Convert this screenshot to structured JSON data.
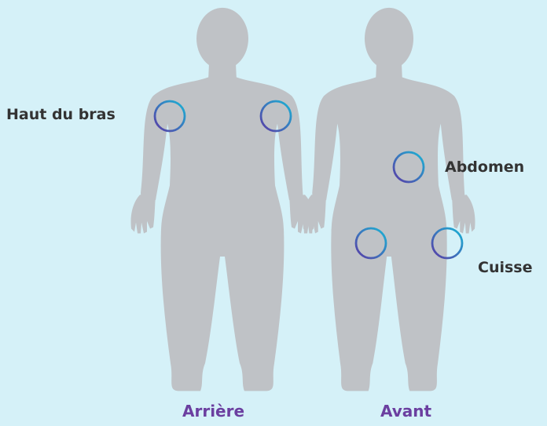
{
  "colors": {
    "background": "#d5f1f8",
    "silhouette": "#bfc2c6",
    "label": "#333333",
    "caption": "#6b3fa0",
    "ring_start": "#5a3aa6",
    "ring_end": "#19b5d6"
  },
  "labels": {
    "upper_arm": "Haut du bras",
    "abdomen": "Abdomen",
    "thigh": "Cuisse"
  },
  "captions": {
    "back": "Arrière",
    "front": "Avant"
  },
  "icons": [
    "body-silhouette-back",
    "body-silhouette-front",
    "injection-site-ring"
  ]
}
